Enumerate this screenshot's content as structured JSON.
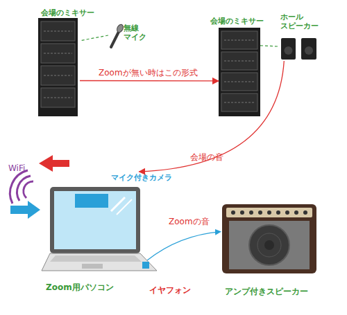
{
  "diagram": {
    "nodes": [
      {
        "text": [
          "会場のミキサー"
        ]
      },
      {
        "text": [
          "無線 マイク"
        ]
      },
      {
        "text": [
          "会場のミキサー"
        ]
      },
      {
        "text": [
          "ホール スピーカー"
        ]
      },
      {
        "text": [
          "Zoom用パソコン"
        ]
      },
      {
        "text": [
          "マイク付きカメラ"
        ],
        "in": 4
      },
      {
        "text": [
          "イヤフォン"
        ]
      },
      {
        "text": [
          "アンプ付きスピーカー"
        ]
      }
    ],
    "edges": [
      {
        "from": 1,
        "to": 0,
        "arrow": "none"
      },
      {
        "from": 0,
        "to": 2,
        "arrow": "to",
        "label": "Zoomが無い時はこの形式"
      },
      {
        "from": 2,
        "to": 3,
        "arrow": "none"
      },
      {
        "from": 3,
        "to": 5,
        "arrow": "to",
        "label": "会場の音"
      },
      {
        "from": 6,
        "to": 7,
        "arrow": "to",
        "label": "Zoomの音"
      }
    ],
    "labels": [
      "WiFi"
    ]
  }
}
